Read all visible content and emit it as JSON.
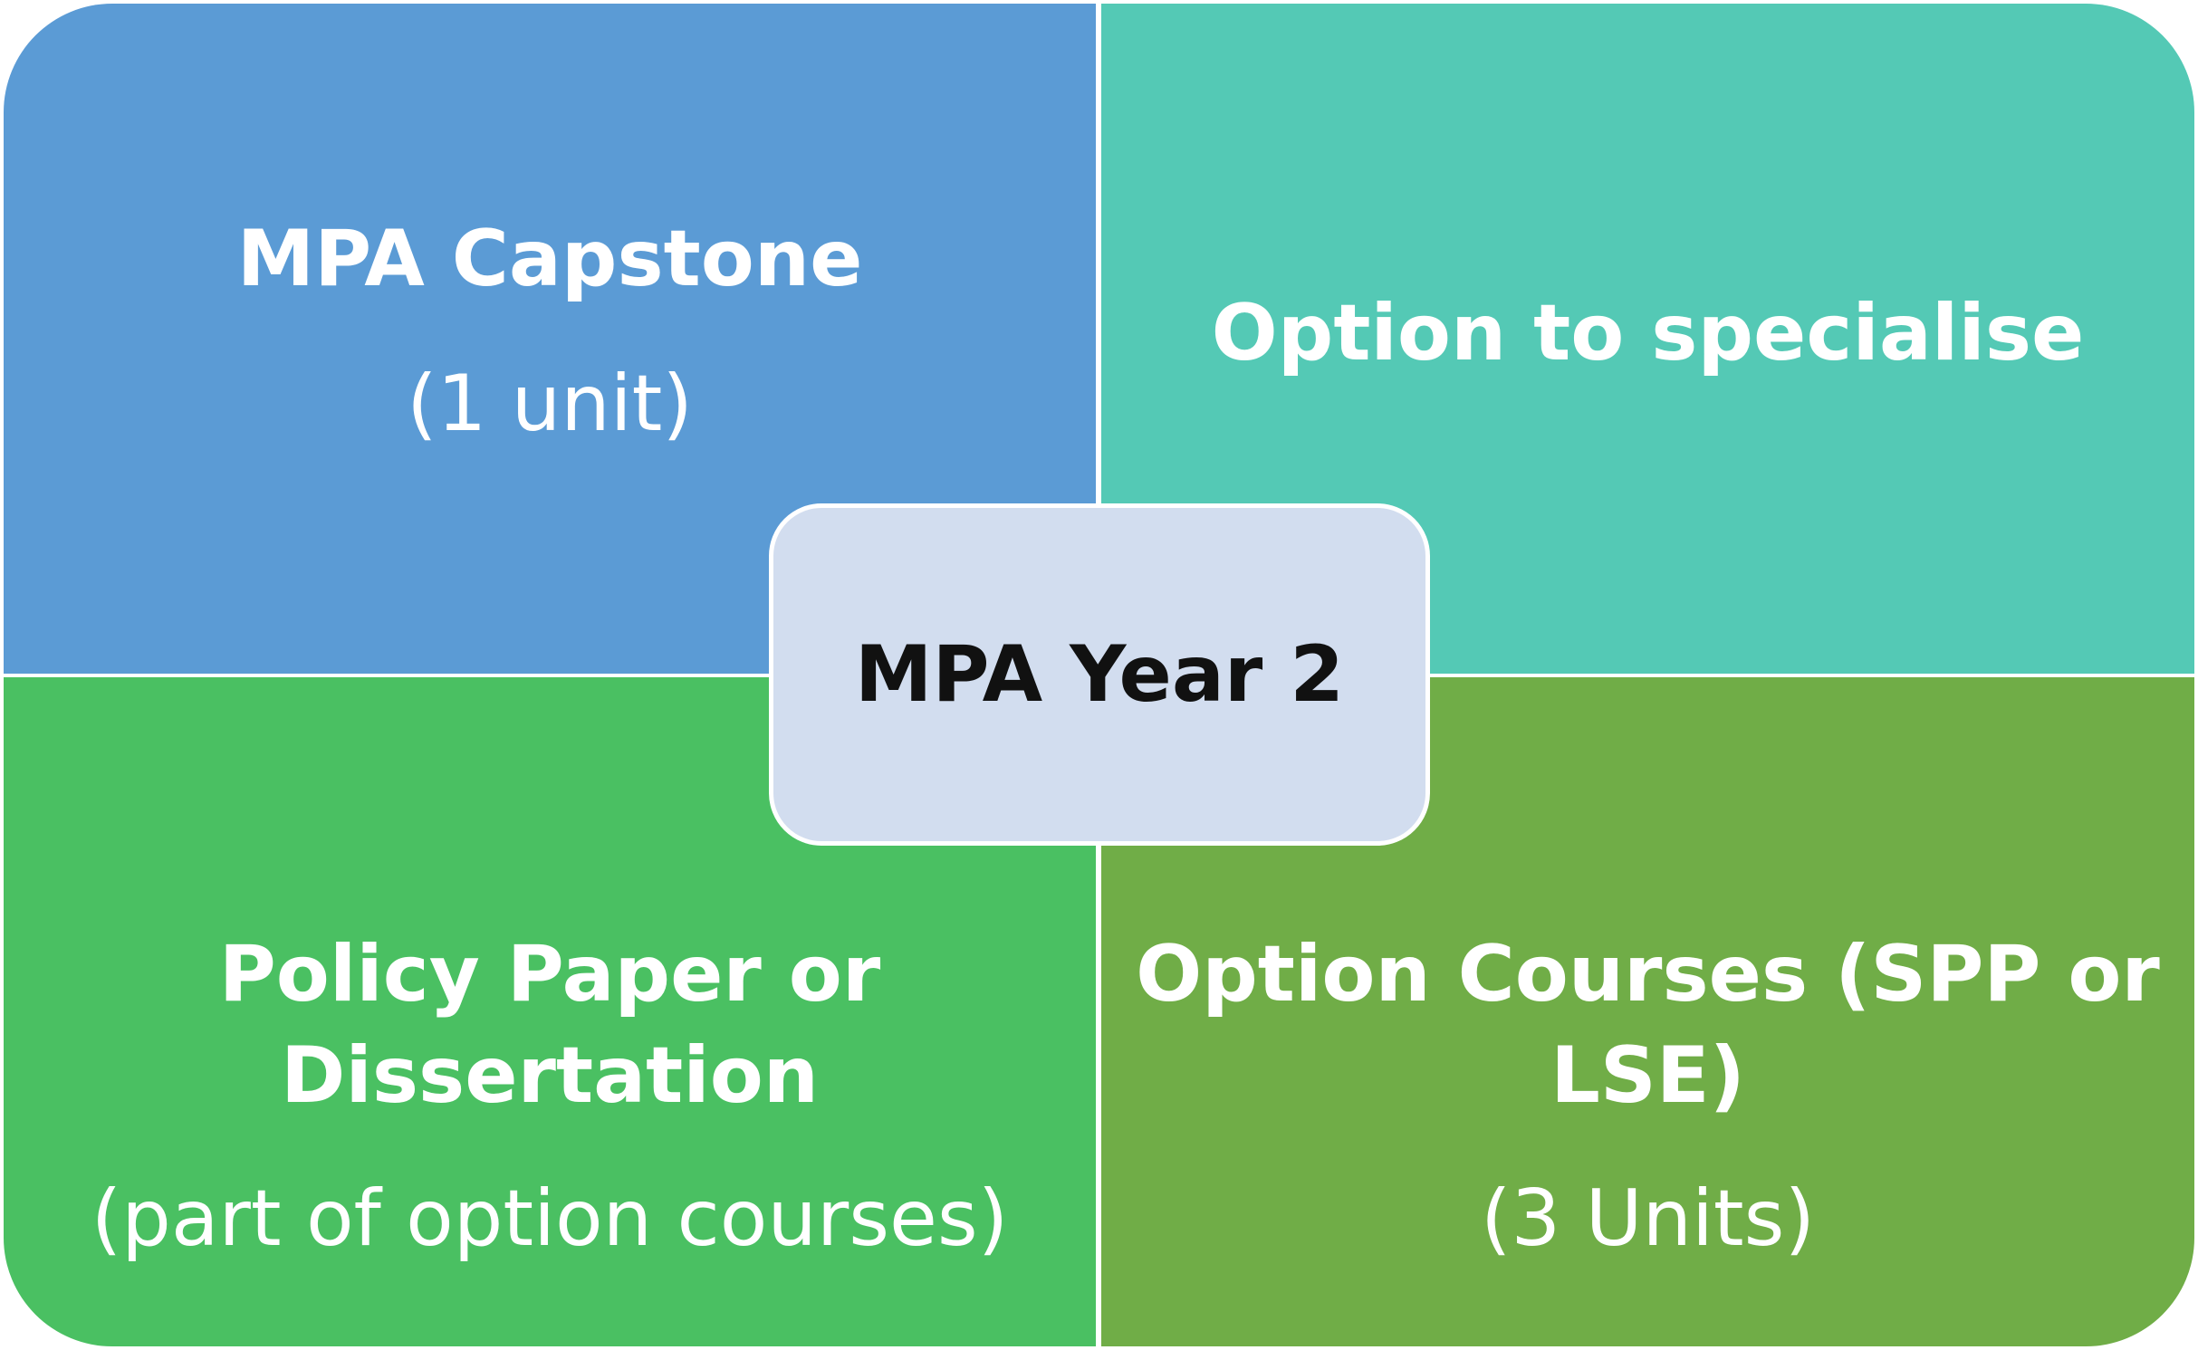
{
  "colors": {
    "top_left": "#5b9bd5",
    "top_right": "#54c9b5",
    "bottom_left": "#4ac062",
    "bottom_right": "#70ad47",
    "center": "#d2ddef"
  },
  "quadrants": {
    "top_left": {
      "title": "MPA Capstone",
      "subtitle": "(1 unit)"
    },
    "top_right": {
      "title": "Option to specialise"
    },
    "bottom_left": {
      "title_line1": "Policy Paper or",
      "title_line2": "Dissertation",
      "subtitle": "(part of option courses)"
    },
    "bottom_right": {
      "title_line1": "Option Courses (SPP or",
      "title_line2": "LSE)",
      "subtitle": "(3 Units)"
    }
  },
  "center": {
    "label": "MPA Year 2"
  }
}
